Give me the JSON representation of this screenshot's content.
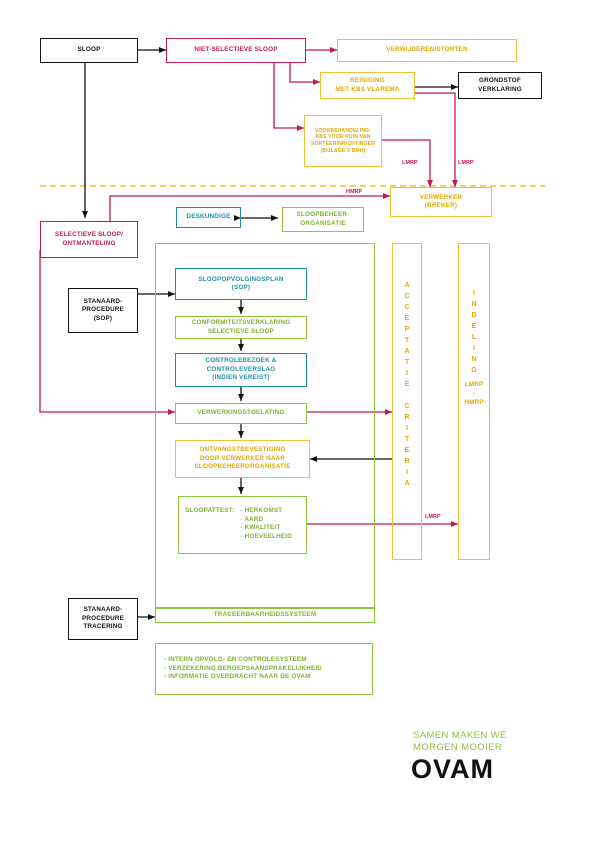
{
  "nodes": {
    "sloop": "SLOOP",
    "niet_selectieve_sloop": "NIET-SELECTIEVE SLOOP",
    "verwijderen_storten": "VERWIJDEREN/STORTEN",
    "reiniging": "REINIGING\nMET KBS VLAREMA",
    "grondstof_verklaring": "GRONDSTOF\nVERKLARING",
    "voorbehandeling": "VOORBEHANDELING:\nKBS VOOR PUIN VAN\nSORTEERINRICHTINGEN\n(BIJLAGE 3 BMH)",
    "verwerker": "VERWERKER\n(BREKER)",
    "selectieve_sloop": "SELECTIEVE SLOOP/\nONTMANTELING",
    "deskundige": "DESKUNDIGE",
    "sloopbeheerorganisatie": "SLOOPBEHEER-\nORGANISATIE",
    "standaardprocedure": "STANAARD-\nPROCEDURE\n(SOP)",
    "sloopopvolgingsplan": "SLOOPOPVOLGINGSPLAN\n(SOP)",
    "conformiteitsverklaring": "CONFORMITEITSVERKLARING\nSELECTIEVE SLOOP",
    "controlebezoek": "CONTROLEBEZOEK &\nCONTROLEVERSLAG\n(INDIEN VEREIST)",
    "verwerkingstoelating": "VERWERKINGSTOELATING",
    "ontvangstbevestiging": "ONTVANGSTBEVESTIGING\nDOOR VERWERKER NAAR\nSLOOPBEHEERORGANISATIE",
    "sloopattest_title": "SLOOPATTEST:",
    "sloopattest_items": "- HERKOMST\n- AARD\n- KWALITEIT\n- HOEVEELHEID",
    "standaardprocedure_tracering": "STANAARD-\nPROCEDURE\nTRACERING",
    "traceerbaarheidssysteem": "TRACEERBAARHEIDSSYSTEEM",
    "bottom_list": "- INTERN OPVOLG- EN CONTROLESYSTEEM\n- VERZEKERING BEROEPSAANSPRAKELIJKHEID\n- INFORMATIE OVERDRACHT NAAR DE OVAM",
    "acceptatie_criteria": "ACCEPTATIE CRITERIA",
    "indeling": "INDELING",
    "lmrp_hmrp": "LMRP\n-\nHMRP"
  },
  "edge_labels": {
    "lmrp_1": "LMRP",
    "lmrp_2": "LMRP",
    "hmrp_top": "HMRP",
    "lmrp_bottom": "LMRP"
  },
  "logo": {
    "tagline_1": "SAMEN MAKEN WE",
    "tagline_2": "MORGEN MOOIER",
    "name": "OVAM"
  },
  "colors": {
    "black": "#111111",
    "magenta": "#c2185b",
    "yellow": "#f2c12e",
    "green": "#8dc63f",
    "teal": "#1f8fa6"
  }
}
